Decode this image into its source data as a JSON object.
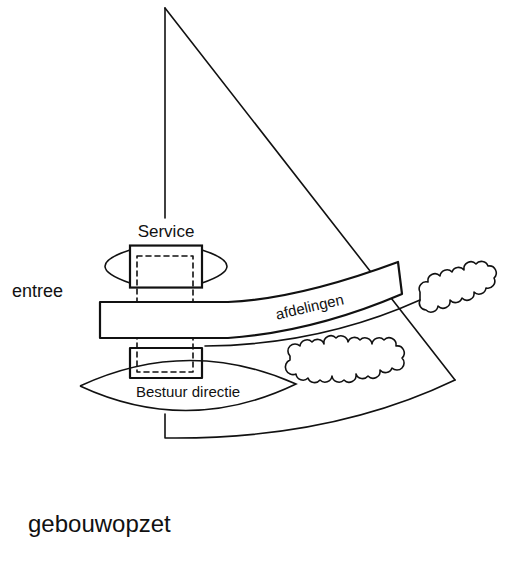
{
  "diagram": {
    "caption": "gebouwopzet",
    "nodes": [
      {
        "text": [
          "Service"
        ]
      },
      {
        "text": [
          "afdelingen"
        ]
      },
      {
        "text": [
          "Bestuur directie"
        ]
      }
    ],
    "labels": [
      "entree"
    ]
  }
}
